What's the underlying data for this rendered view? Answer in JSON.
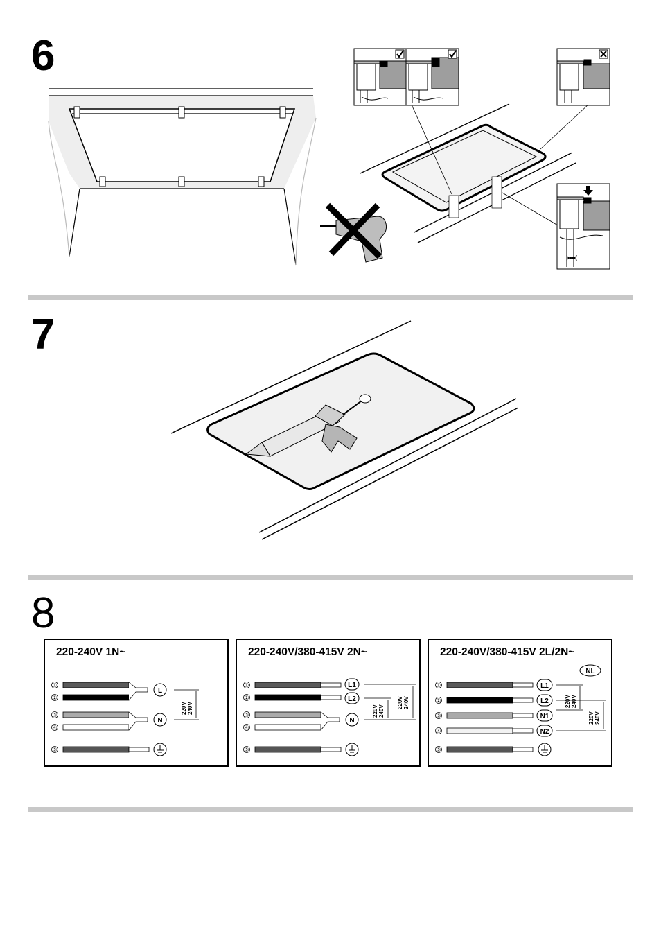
{
  "steps": {
    "six": {
      "number": "6"
    },
    "seven": {
      "number": "7"
    },
    "eight": {
      "number": "8"
    }
  },
  "icons": {
    "ok_mark": "check-box-icon",
    "not_ok_mark": "cross-box-icon",
    "press_arrow": "down-arrow-icon",
    "rotate": "rotate-arrows-icon",
    "no_power_tool": "crossed-out-drill-icon",
    "ground": "ground-symbol-icon"
  },
  "wiring": {
    "panels": [
      {
        "title": "220-240V 1N~",
        "wires": [
          "①",
          "②",
          "③",
          "④",
          "⑤"
        ],
        "terminals": [
          "L",
          "N"
        ],
        "voltages": [
          {
            "line1": "220V",
            "line2": "240V"
          }
        ]
      },
      {
        "title": "220-240V/380-415V 2N~",
        "wires": [
          "①",
          "②",
          "③",
          "④",
          "⑤"
        ],
        "terminals": [
          "L1",
          "L2",
          "N"
        ],
        "voltages": [
          {
            "line1": "220V",
            "line2": "240V"
          },
          {
            "line1": "220V",
            "line2": "240V"
          }
        ]
      },
      {
        "title": "220-240V/380-415V 2L/2N~",
        "badge": "NL",
        "wires": [
          "①",
          "②",
          "③",
          "④",
          "⑤"
        ],
        "terminals": [
          "L1",
          "L2",
          "N1",
          "N2"
        ],
        "voltages": [
          {
            "line1": "220V",
            "line2": "240V"
          },
          {
            "line1": "220V",
            "line2": "240V"
          }
        ]
      }
    ]
  }
}
